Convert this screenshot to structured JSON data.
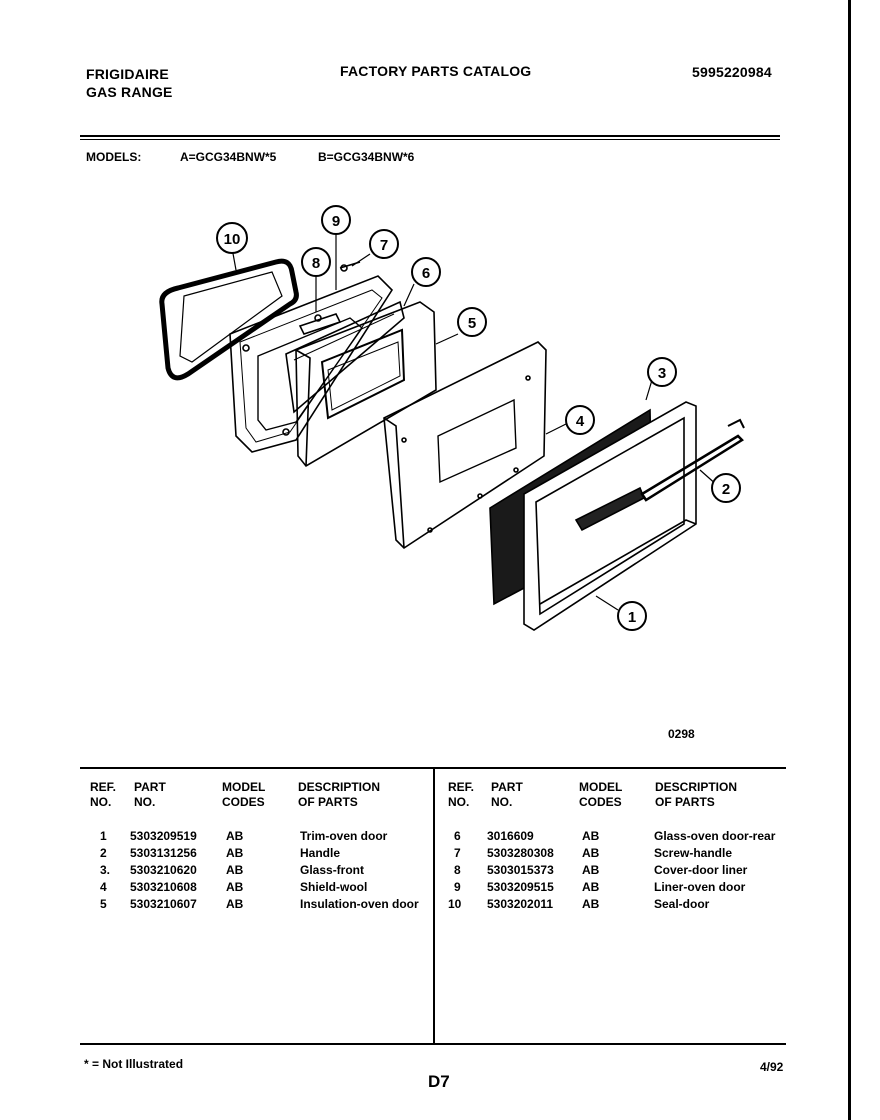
{
  "header": {
    "brand": "FRIGIDAIRE",
    "product": "GAS RANGE",
    "catalog_title": "FACTORY PARTS CATALOG",
    "catalog_number": "5995220984"
  },
  "models": {
    "label": "MODELS:",
    "model_a": "A=GCG34BNW*5",
    "model_b": "B=GCG34BNW*6"
  },
  "diagram": {
    "callouts": [
      "1",
      "2",
      "3",
      "4",
      "5",
      "6",
      "7",
      "8",
      "9",
      "10"
    ],
    "figure_code": "0298"
  },
  "table": {
    "headers": {
      "ref_line1": "REF.",
      "ref_line2": "NO.",
      "part_line1": "PART",
      "part_line2": "NO.",
      "model_line1": "MODEL",
      "model_line2": "CODES",
      "desc_line1": "DESCRIPTION",
      "desc_line2": "OF PARTS"
    },
    "left_rows": [
      {
        "ref": "1",
        "part": "5303209519",
        "codes": "AB",
        "desc": "Trim-oven door"
      },
      {
        "ref": "2",
        "part": "5303131256",
        "codes": "AB",
        "desc": "Handle"
      },
      {
        "ref": "3.",
        "part": "5303210620",
        "codes": "AB",
        "desc": "Glass-front"
      },
      {
        "ref": "4",
        "part": "5303210608",
        "codes": "AB",
        "desc": "Shield-wool"
      },
      {
        "ref": "5",
        "part": "5303210607",
        "codes": "AB",
        "desc": "Insulation-oven door"
      }
    ],
    "right_rows": [
      {
        "ref": "6",
        "part": "3016609",
        "codes": "AB",
        "desc": "Glass-oven door-rear"
      },
      {
        "ref": "7",
        "part": "5303280308",
        "codes": "AB",
        "desc": "Screw-handle"
      },
      {
        "ref": "8",
        "part": "5303015373",
        "codes": "AB",
        "desc": "Cover-door liner"
      },
      {
        "ref": "9",
        "part": "5303209515",
        "codes": "AB",
        "desc": "Liner-oven door"
      },
      {
        "ref": "10",
        "part": "5303202011",
        "codes": "AB",
        "desc": "Seal-door"
      }
    ]
  },
  "footer": {
    "note": "* = Not Illustrated",
    "page_code": "D7",
    "date": "4/92"
  }
}
